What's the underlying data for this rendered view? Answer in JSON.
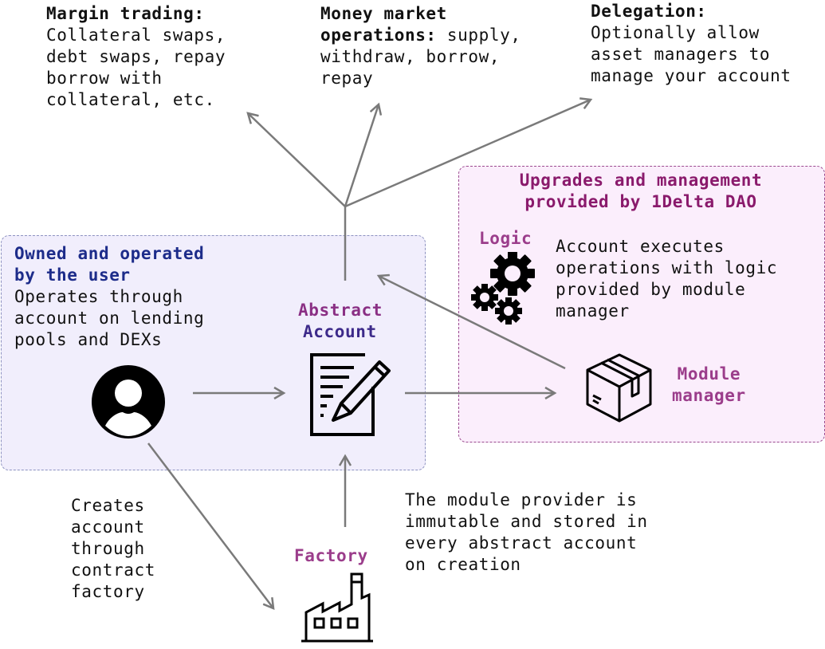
{
  "diagram": {
    "top_labels": {
      "margin_trading": {
        "title": "Margin trading:",
        "body": "Collateral swaps,\ndebt swaps, repay\nborrow with\ncollateral, etc."
      },
      "money_market": {
        "title_line1": "Money market",
        "title_line2": "operations:",
        "body_line2_suffix": " supply,",
        "body": "withdraw, borrow,\nrepay"
      },
      "delegation": {
        "title": "Delegation:",
        "body": "Optionally allow\nasset managers to\nmanage your account"
      }
    },
    "user_box": {
      "title": "Owned and operated\nby the user",
      "body": "Operates through\naccount on lending\npools and DEXs",
      "icon": "user-avatar-icon"
    },
    "abstract_account": {
      "label_line1": "Abstract",
      "label_line2": "Account",
      "icon": "document-pencil-icon"
    },
    "dao_box": {
      "title": "Upgrades and management\nprovided by 1Delta DAO",
      "logic_label": "Logic",
      "logic_body": "Account executes\noperations with logic\nprovided by module\nmanager",
      "logic_icon": "gears-icon",
      "module_manager_label": "Module\nmanager",
      "module_manager_icon": "package-box-icon"
    },
    "factory": {
      "label": "Factory",
      "icon": "factory-icon"
    },
    "creates_text": "Creates\naccount\nthrough\ncontract\nfactory",
    "module_provider_text": "The module provider is\nimmutable and stored in\nevery abstract account\non creation",
    "colors": {
      "arrow": "#7a7a7a",
      "user_box_bg": "#f1eefc",
      "user_title": "#1d2c8a",
      "dao_box_bg": "#fbeefc",
      "dao_title": "#8a1a6c",
      "purple_label": "#9b3d8b"
    }
  }
}
